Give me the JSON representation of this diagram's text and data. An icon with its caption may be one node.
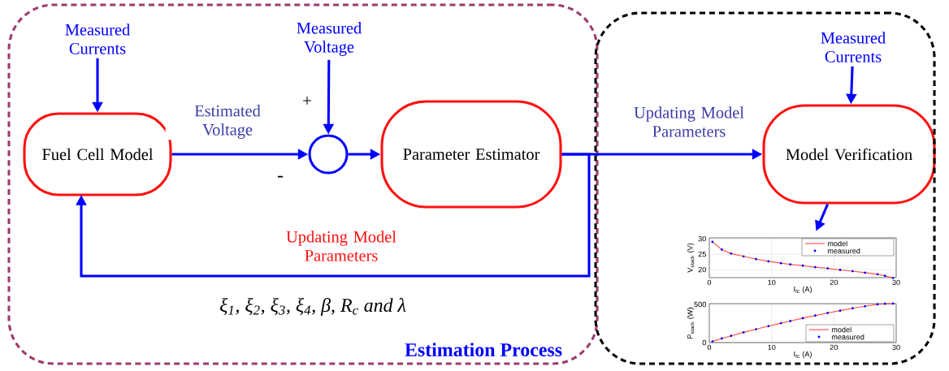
{
  "diagram": {
    "nodes": [
      {
        "text": [
          "Estimation Process"
        ]
      },
      {
        "text": [],
        "shape": "box"
      },
      {
        "text": [
          "Measured Currents"
        ],
        "in": 0
      },
      {
        "text": [
          "Measured Voltage"
        ],
        "in": 0
      },
      {
        "text": [
          "Fuel Cell Model"
        ],
        "in": 0
      },
      {
        "text": [],
        "shape": "circle",
        "in": 0
      },
      {
        "text": [
          "Parameter Estimator"
        ],
        "in": 0
      },
      {
        "text": [
          "Measured Currents"
        ],
        "in": 1
      },
      {
        "text": [
          "Model Verification"
        ],
        "in": 1
      },
      {
        "text": [],
        "shape": "picture",
        "in": 1
      }
    ],
    "edges": [
      {
        "from": 2,
        "to": 4,
        "arrow": "to"
      },
      {
        "from": 3,
        "to": 5,
        "arrow": "to"
      },
      {
        "from": 4,
        "to": 5,
        "arrow": "to",
        "label": "Estimated Voltage"
      },
      {
        "from": 5,
        "to": 6,
        "arrow": "to"
      },
      {
        "from": 6,
        "to": 8,
        "arrow": "to",
        "label": "Updating Model Parameters"
      },
      {
        "from": 6,
        "to": 4,
        "arrow": "to",
        "label": "Updating Model Parameters"
      },
      {
        "from": 7,
        "to": 8,
        "arrow": "to"
      },
      {
        "from": 8,
        "to": 9,
        "arrow": "to"
      }
    ],
    "labels": [
      "+",
      "-",
      "ξ$_{1}$, ξ$_{2}$, ξ$_{3}$, ξ$_{4}$, β, R$_{c}$ and λ",
      "30",
      "25",
      "20",
      "0",
      "10",
      "20",
      "30",
      "I$_{fc}$ (A)",
      "V$_{stack}$ (V)",
      "model",
      "measured",
      "500",
      "0",
      "0",
      "10",
      "20",
      "30",
      "I$_{fc}$ (A)",
      "P$_{stack}$ (W)",
      "model",
      "measured"
    ]
  }
}
